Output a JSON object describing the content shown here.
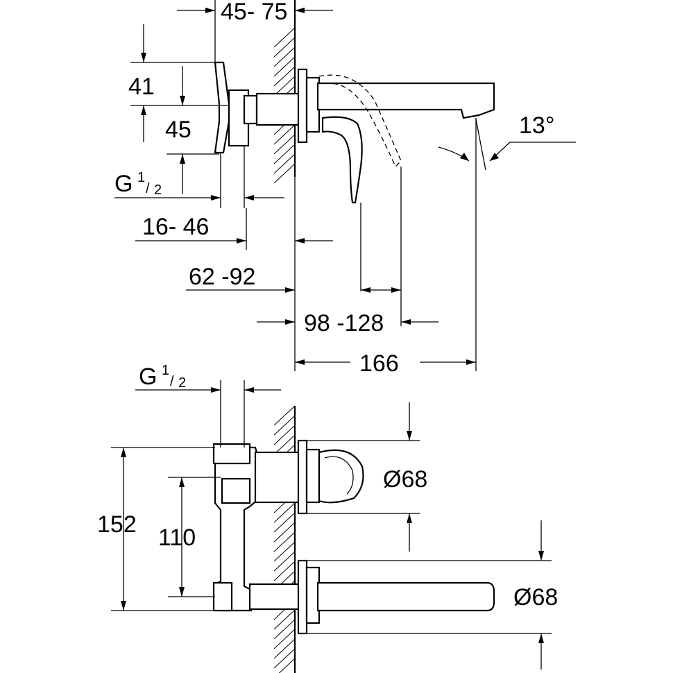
{
  "side_view": {
    "dim_mount_depth": "45- 75",
    "dim_height_upper": "41",
    "dim_height_lower": "45",
    "thread_label": "G",
    "thread_numerator": "1",
    "thread_denominator": "2",
    "dim_box_depth": "16- 46",
    "dim_wall_to_body": "62 -92",
    "dim_lever_reach": "98 -128",
    "dim_spout_reach": "166",
    "spout_angle": "13°"
  },
  "front_view": {
    "thread_label": "G",
    "thread_numerator": "1",
    "thread_denominator": "2",
    "dim_total_height": "152",
    "dim_center_distance": "110",
    "dim_handle_rosette": "Ø68",
    "dim_spout_rosette": "Ø68"
  }
}
